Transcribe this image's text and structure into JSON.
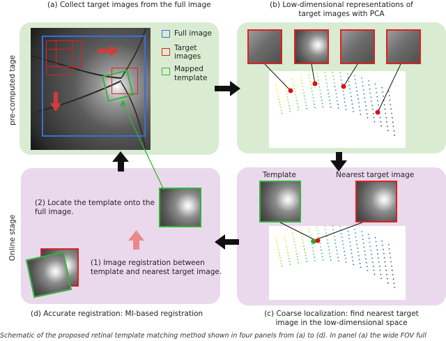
{
  "titles": {
    "a": "(a) Collect target images from the full image",
    "b_line1": "(b) Low-dimensional representations of",
    "b_line2": "target images with PCA",
    "c_line1": "(c) Coarse localization: find nearest target",
    "c_line2": "image in the low-dimensional space",
    "d": "(d) Accurate registration: MI-based registration"
  },
  "stage_labels": {
    "precomputed": "pre-computed tage",
    "online": "Online stage"
  },
  "legend": {
    "full_image": "Full image",
    "target_line1": "Target",
    "target_line2": "images",
    "mapped_line1": "Mapped",
    "mapped_line2": "template",
    "colors": {
      "full_image": "#3a6fd8",
      "target": "#e02020",
      "mapped": "#34b23a"
    }
  },
  "panel_c": {
    "template_label": "Template",
    "nearest_label": "Nearest target image"
  },
  "panel_d": {
    "locate_line1": "(2) Locate the template onto the",
    "locate_line2": "full image.",
    "register_line1": "(1) Image registration between",
    "register_line2": "template and nearest target image."
  },
  "colors": {
    "green_panel": "#d9ecd2",
    "purple_panel": "#ead9ec",
    "arrow_dark": "#111111",
    "arrow_pink": "#e88a8a",
    "arrow_red": "#d33a3a",
    "point_red": "#e01010",
    "point_green": "#2fa52f"
  },
  "caption": "Schematic of the proposed retinal template matching method shown in four panels from (a) to (d). In panel (a) the wide FOV full"
}
